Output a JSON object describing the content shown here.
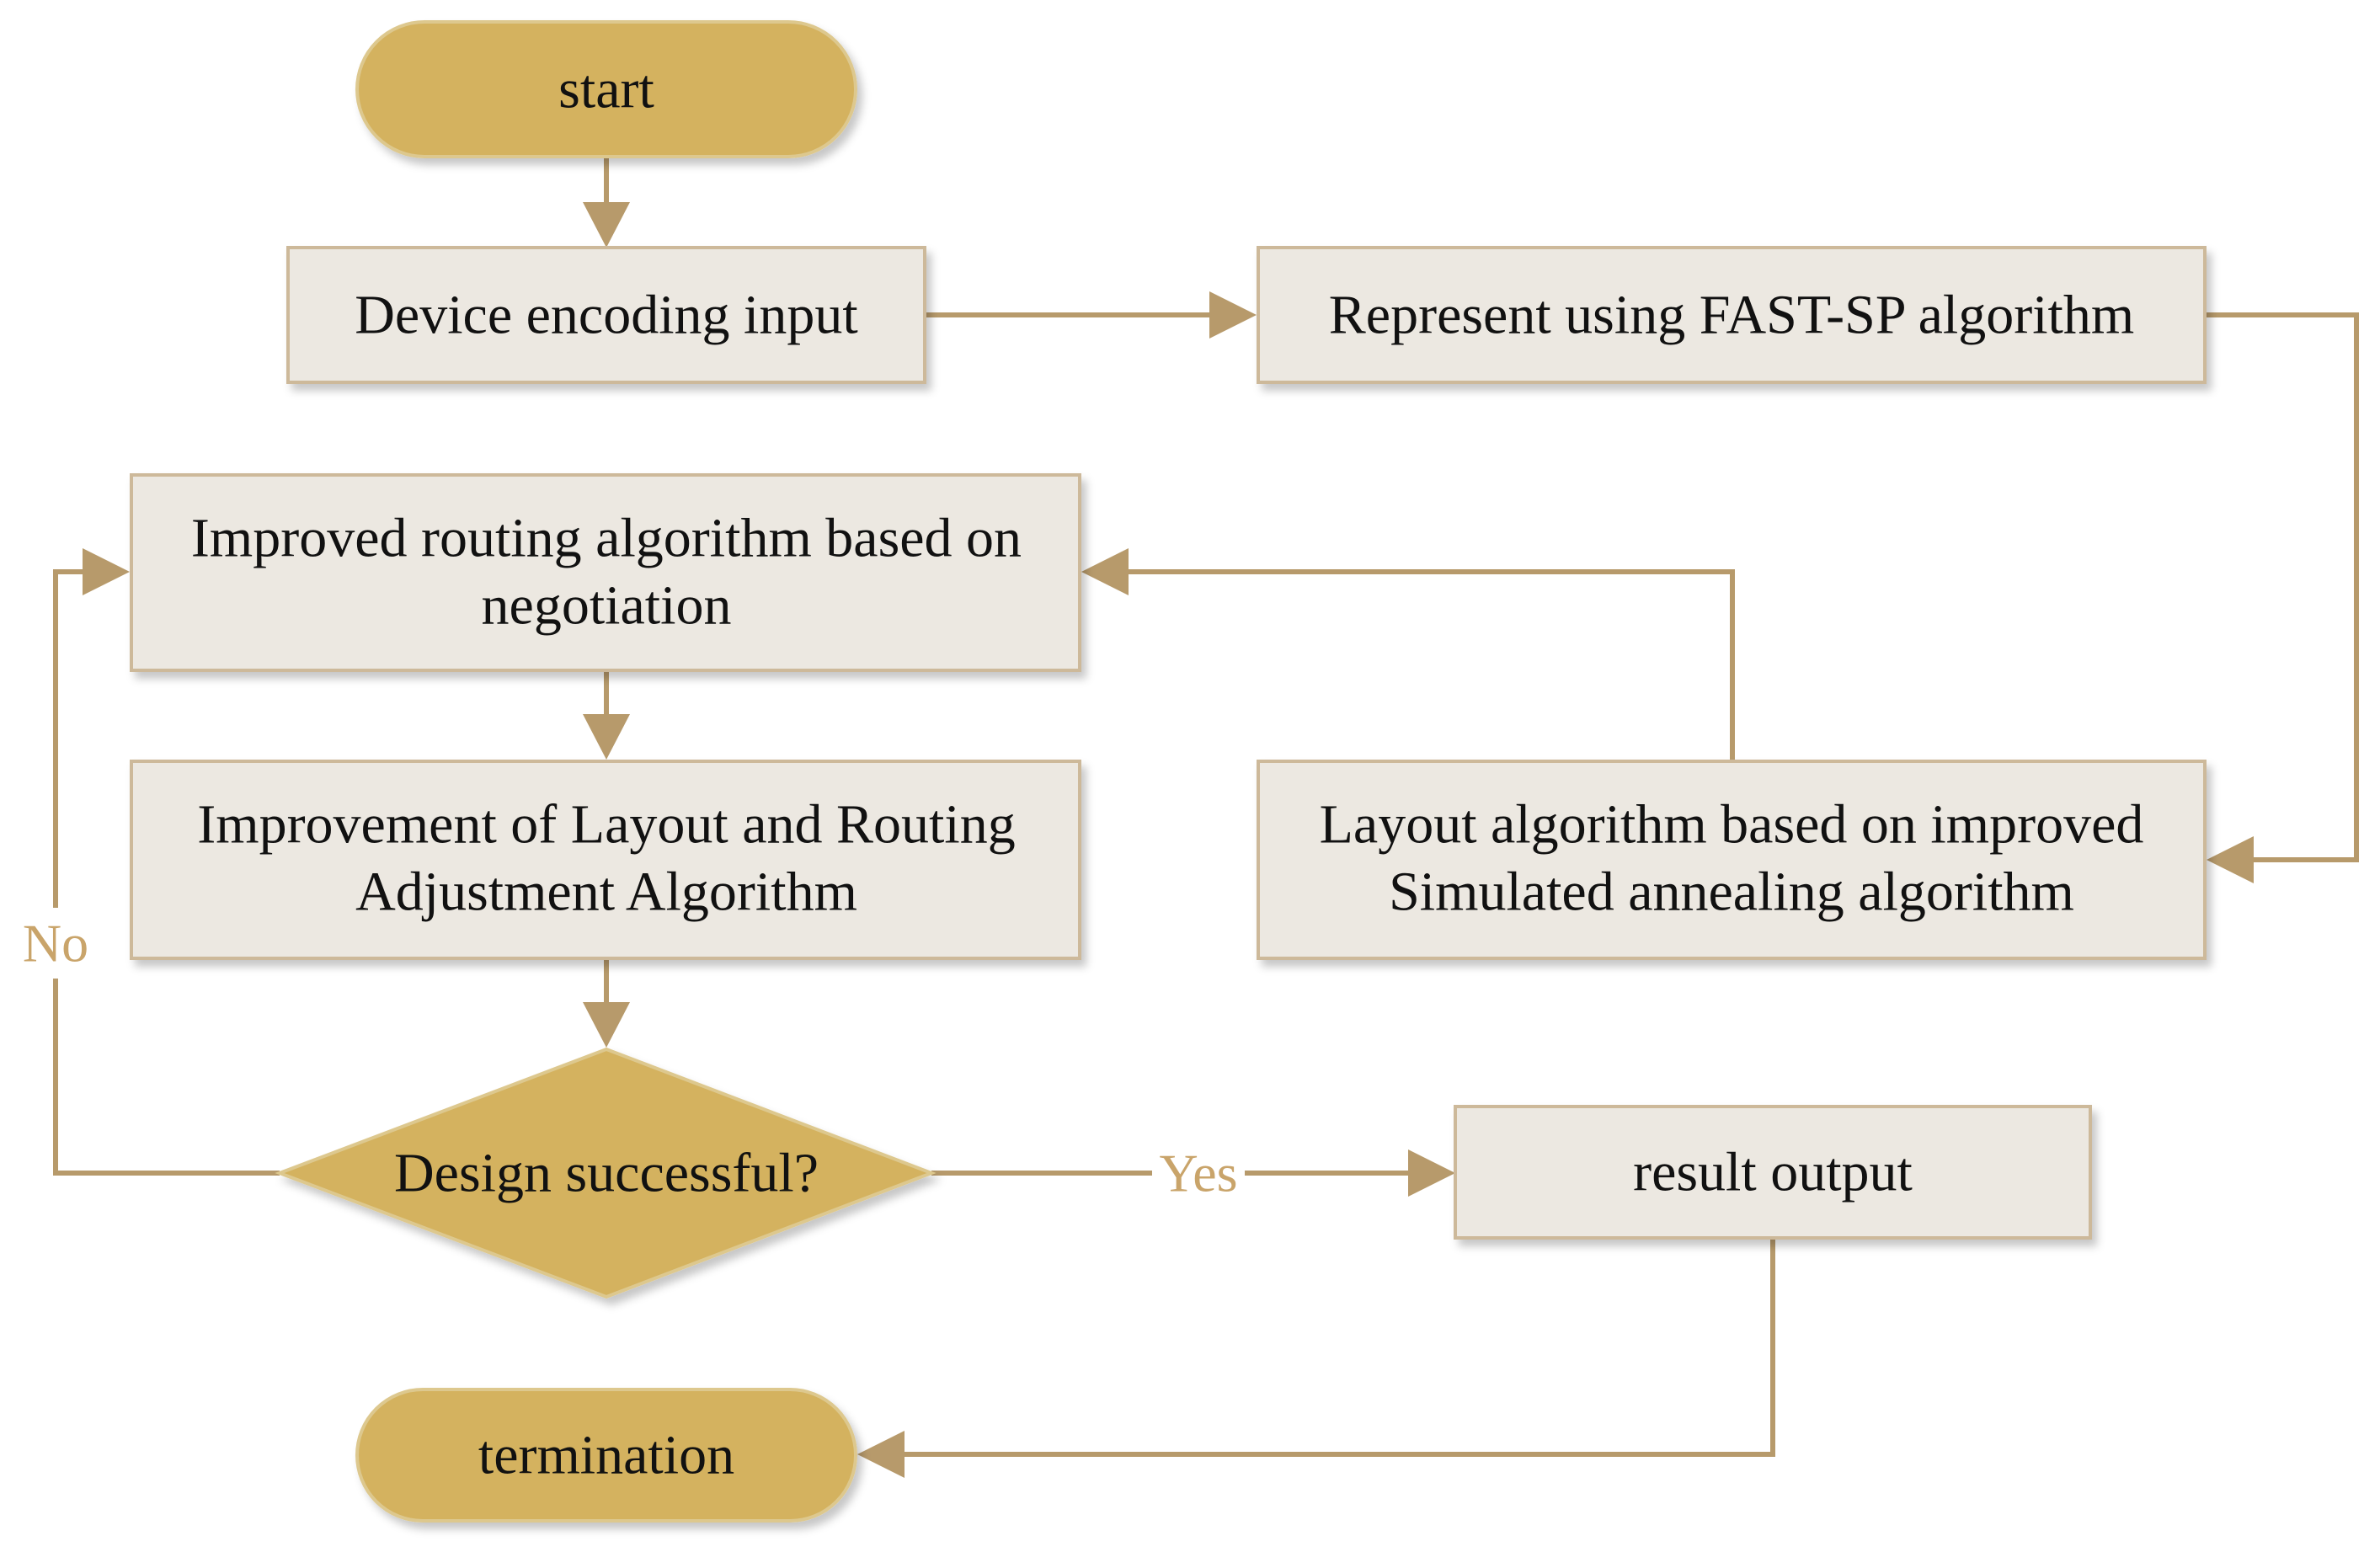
{
  "nodes": {
    "start": "start",
    "device_input": "Device encoding input",
    "represent": "Represent using FAST-SP algorithm",
    "routing": [
      "Improved routing algorithm based on",
      "negotiation"
    ],
    "layout_routing": [
      "Improvement of Layout and Routing",
      "Adjustment Algorithm"
    ],
    "layout_sa": [
      "Layout algorithm based on improved",
      "Simulated annealing algorithm"
    ],
    "decision": "Design successful?",
    "result": "result output",
    "termination": "termination"
  },
  "edge_labels": {
    "yes": "Yes",
    "no": "No"
  },
  "colors": {
    "terminal_fill": "#d4b25f",
    "process_fill": "#ece8e1",
    "connector": "#b79a6b",
    "label_text": "#c9a46a"
  }
}
